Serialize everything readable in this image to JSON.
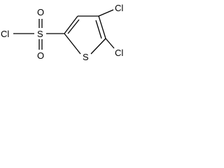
{
  "molecule": {
    "atoms": {
      "chlorine_left": "Cl",
      "sulfonyl_sulfur": "S",
      "oxygen_top": "O",
      "oxygen_bottom": "O",
      "ring_sulfur": "S",
      "chlorine_top": "Cl",
      "chlorine_bottom": "Cl"
    },
    "bond_color": "#000000",
    "label_color": "#000000"
  }
}
